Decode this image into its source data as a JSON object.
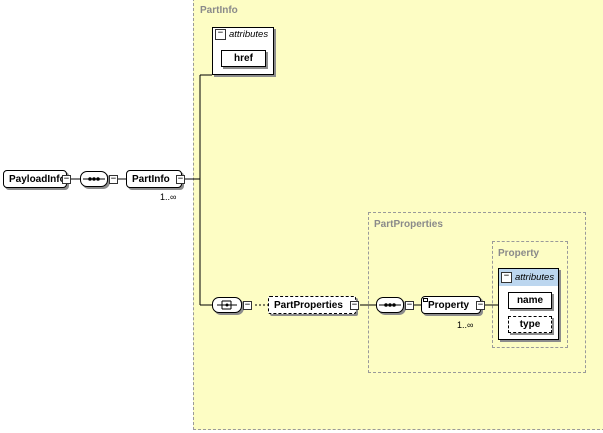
{
  "diagram": {
    "root": {
      "label": "PayloadInfo"
    },
    "partinfo": {
      "label": "PartInfo",
      "multiplicity": "1..∞"
    },
    "partinfo_region": {
      "title": "PartInfo"
    },
    "attributes_group": {
      "header": "attributes",
      "items": [
        "href"
      ]
    },
    "partproperties_region": {
      "title": "PartProperties"
    },
    "partproperties": {
      "label": "PartProperties"
    },
    "property_region": {
      "title": "Property"
    },
    "property": {
      "label": "Property",
      "multiplicity": "1..∞"
    },
    "property_attributes": {
      "header": "attributes",
      "items": [
        "name",
        "type"
      ]
    },
    "toggle_symbol": "−"
  }
}
